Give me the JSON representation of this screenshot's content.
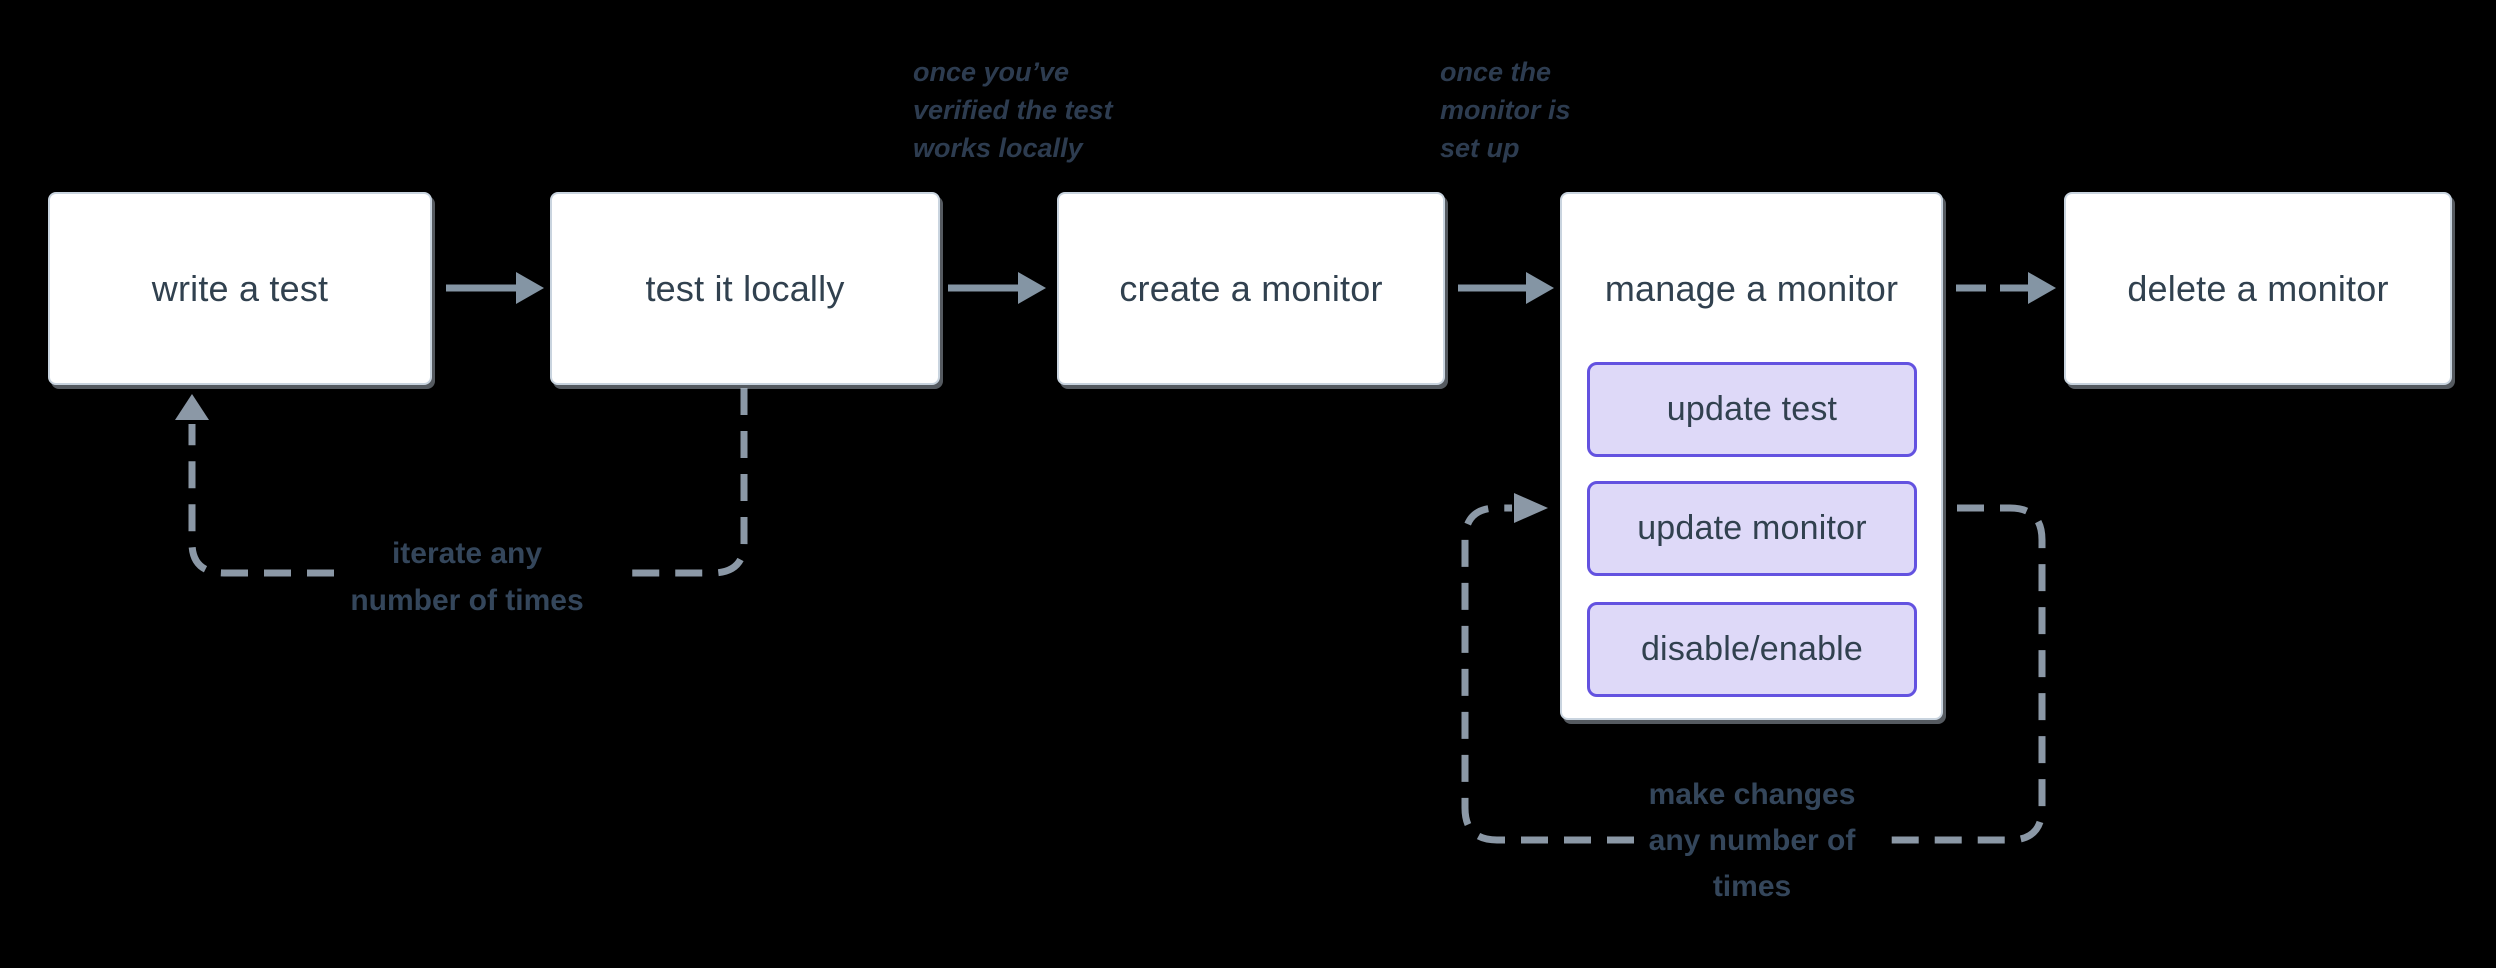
{
  "colors": {
    "background": "#000000",
    "box-fill": "#ffffff",
    "box-border": "#c9d4df",
    "box-text": "#31414f",
    "button-fill": "#ded9f8",
    "button-border": "#6352e0",
    "arrow": "#8495a4",
    "loop": "#8b98a6",
    "annotation": "#2d3c50",
    "loop-label": "#34465b"
  },
  "flow": {
    "nodes": [
      {
        "id": "write-test",
        "label": "write a test"
      },
      {
        "id": "test-locally",
        "label": "test it locally"
      },
      {
        "id": "create-monitor",
        "label": "create a monitor"
      },
      {
        "id": "manage-monitor",
        "label": "manage a monitor",
        "children": [
          {
            "label": "update test"
          },
          {
            "label": "update monitor"
          },
          {
            "label": "disable/enable"
          }
        ]
      },
      {
        "id": "delete-monitor",
        "label": "delete a monitor"
      }
    ],
    "annotations": [
      {
        "id": "verified-note",
        "lines": [
          "once you’ve",
          "verified the test",
          "works locally"
        ]
      },
      {
        "id": "setup-note",
        "lines": [
          "once the",
          "monitor is",
          "set up"
        ]
      }
    ],
    "loop_labels": [
      {
        "id": "iterate-loop",
        "lines": [
          "iterate any",
          "number of times"
        ]
      },
      {
        "id": "changes-loop",
        "lines": [
          "make changes",
          "any number of",
          "times"
        ]
      }
    ]
  }
}
